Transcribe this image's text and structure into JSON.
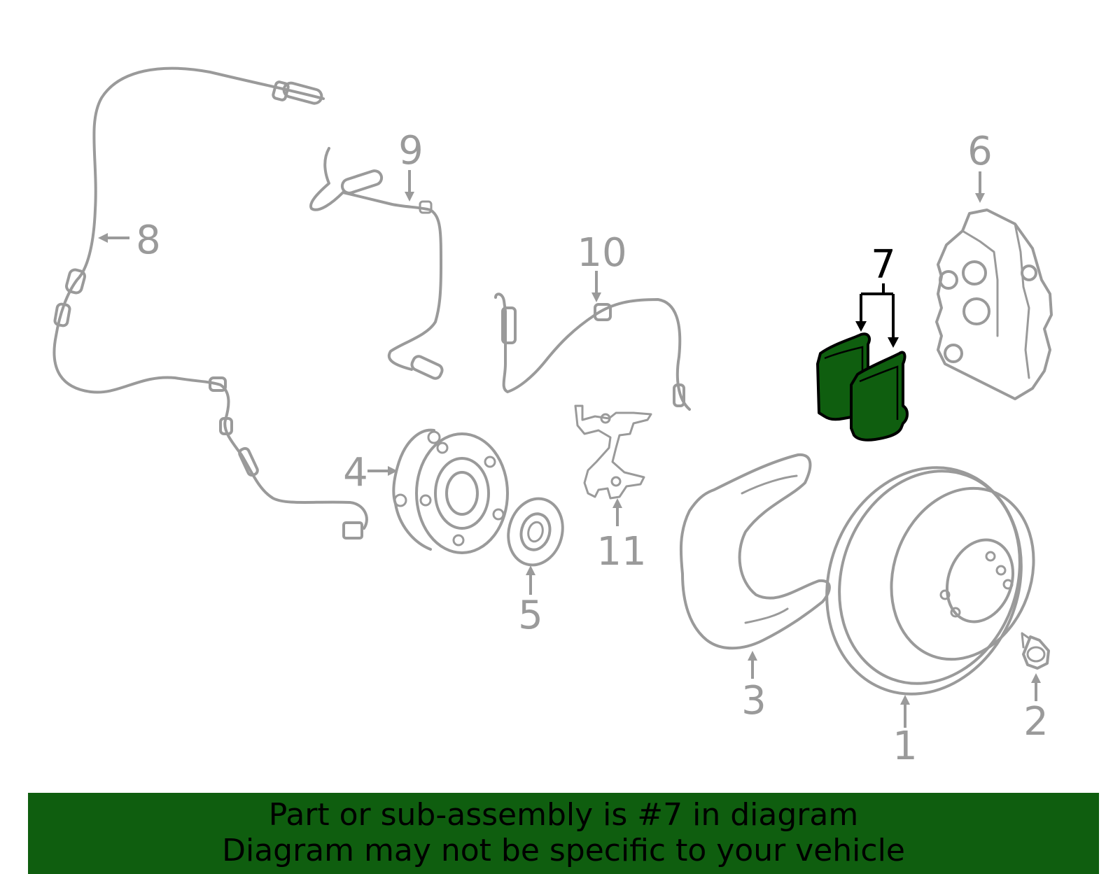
{
  "callouts": {
    "c1": "1",
    "c2": "2",
    "c3": "3",
    "c4": "4",
    "c5": "5",
    "c6": "6",
    "c7": "7",
    "c8": "8",
    "c9": "9",
    "c10": "10",
    "c11": "11"
  },
  "highlight_part": "7",
  "banner": {
    "line1": "Part or sub-assembly is #7 in diagram",
    "line2": "Diagram may not be specific to your vehicle"
  },
  "colors": {
    "highlight": "#0f5e0f",
    "parts": "#9a9a9a",
    "banner_bg": "#0f5e0f"
  }
}
